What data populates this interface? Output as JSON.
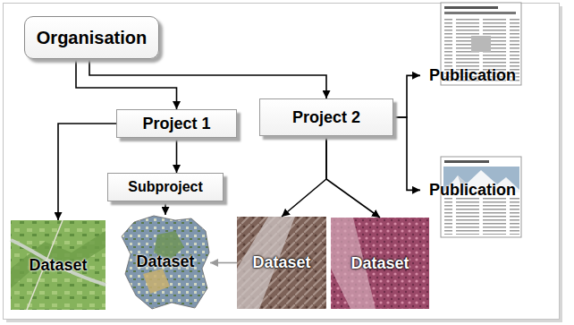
{
  "diagram": {
    "nodes": [
      {
        "text": [
          "Organisation"
        ]
      },
      {
        "text": [
          "Project 1"
        ]
      },
      {
        "text": [
          "Project 2"
        ]
      },
      {
        "text": [
          "Publication"
        ]
      },
      {
        "text": [
          "Subproject"
        ]
      },
      {
        "text": [
          "Publication"
        ]
      },
      {
        "text": [
          "Dataset"
        ]
      },
      {
        "text": [
          "Dataset"
        ]
      },
      {
        "text": [
          "Dataset"
        ]
      },
      {
        "text": [
          "Dataset"
        ]
      }
    ],
    "edges": [
      {
        "from": 0,
        "to": 1,
        "arrow": "to"
      },
      {
        "from": 0,
        "to": 2,
        "arrow": "to"
      },
      {
        "from": 1,
        "to": 6,
        "arrow": "to"
      },
      {
        "from": 1,
        "to": 4,
        "arrow": "to"
      },
      {
        "from": 4,
        "to": 7,
        "arrow": "to"
      },
      {
        "from": 2,
        "to": 8,
        "arrow": "to"
      },
      {
        "from": 2,
        "to": 9,
        "arrow": "to"
      },
      {
        "from": 2,
        "to": 3,
        "arrow": "to"
      },
      {
        "from": 2,
        "to": 5,
        "arrow": "to"
      },
      {
        "from": 8,
        "to": 7,
        "arrow": "to"
      }
    ]
  }
}
